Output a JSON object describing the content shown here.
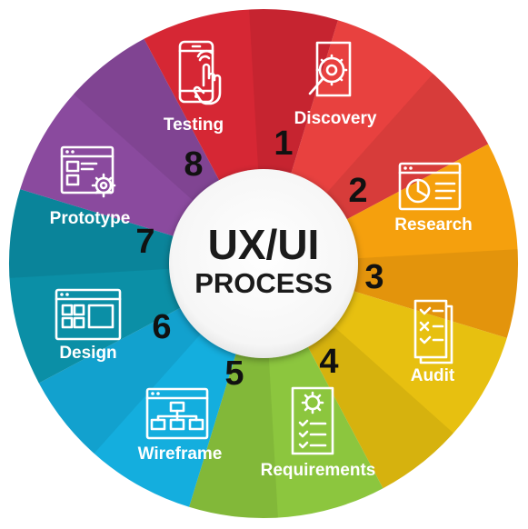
{
  "center": {
    "title": "UX/UI",
    "subtitle": "PROCESS"
  },
  "steps": [
    {
      "number": "1",
      "label": "Discovery",
      "color": "#e8413f",
      "icon": "magnifier-gear-icon"
    },
    {
      "number": "2",
      "label": "Research",
      "color": "#f5a00d",
      "icon": "browser-pie-chart-icon"
    },
    {
      "number": "3",
      "label": "Audit",
      "color": "#e7c010",
      "icon": "checklist-documents-icon"
    },
    {
      "number": "4",
      "label": "Requirements",
      "color": "#8cc63e",
      "icon": "gear-checklist-icon"
    },
    {
      "number": "5",
      "label": "Wireframe",
      "color": "#14aede",
      "icon": "sitemap-window-icon"
    },
    {
      "number": "6",
      "label": "Design",
      "color": "#0b8fa6",
      "icon": "layout-window-icon"
    },
    {
      "number": "7",
      "label": "Prototype",
      "color": "#8a4a9e",
      "icon": "window-gear-icon"
    },
    {
      "number": "8",
      "label": "Testing",
      "color": "#d62734",
      "icon": "phone-touch-icon"
    }
  ],
  "colors": {
    "center_fill": "#ffffff",
    "center_text": "#1b1b1b",
    "number_text": "#111111",
    "label_text": "#ffffff"
  }
}
